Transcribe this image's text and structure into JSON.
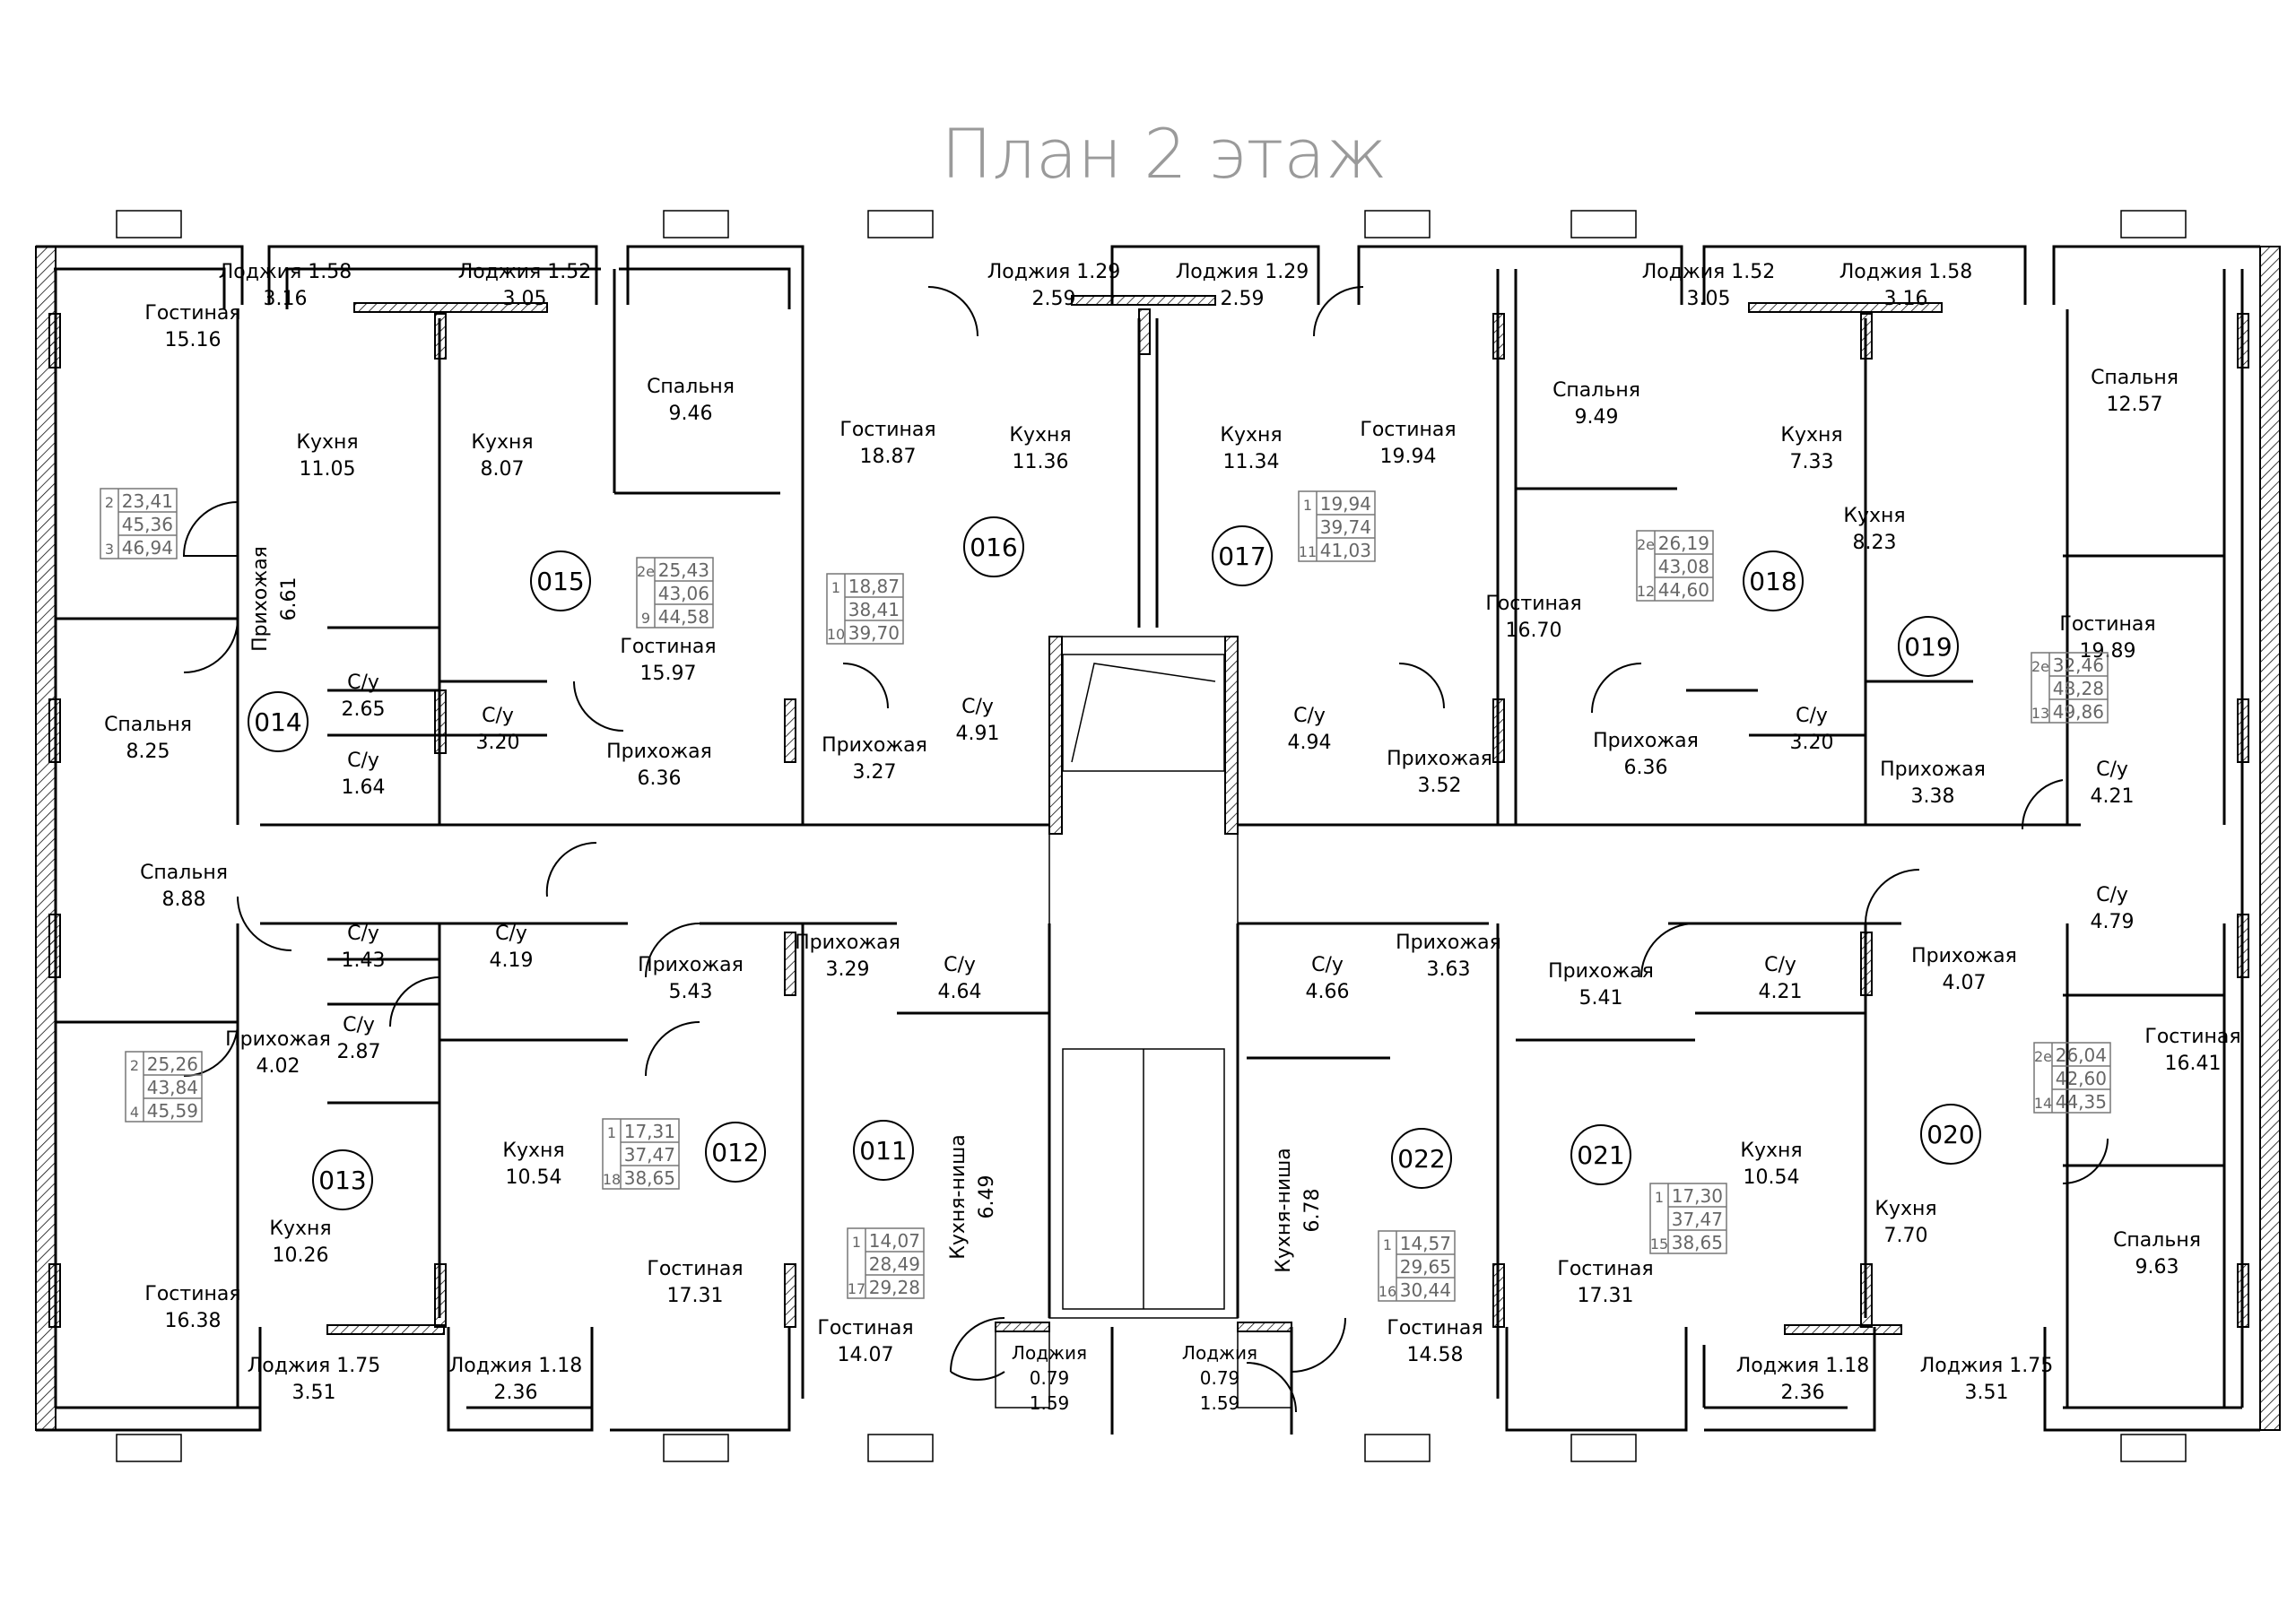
{
  "title": "План 2  этаж",
  "rooms": [
    {
      "name": "Гостиная",
      "area": "15.16"
    },
    {
      "name": "Лоджия 1.58",
      "area": "3.16"
    },
    {
      "name": "Лоджия 1.52",
      "area": "3.05"
    },
    {
      "name": "Кухня",
      "area": "11.05"
    },
    {
      "name": "Кухня",
      "area": "8.07"
    },
    {
      "name": "Спальня",
      "area": "9.46"
    },
    {
      "name": "Прихожая",
      "area": "6.61"
    },
    {
      "name": "С/у",
      "area": "2.65"
    },
    {
      "name": "С/у",
      "area": "1.64"
    },
    {
      "name": "Спальня",
      "area": "8.25"
    },
    {
      "name": "С/у",
      "area": "3.20"
    },
    {
      "name": "Гостиная",
      "area": "15.97"
    },
    {
      "name": "Прихожая",
      "area": "6.36"
    },
    {
      "name": "Лоджия 1.29",
      "area": "2.59"
    },
    {
      "name": "Лоджия 1.29",
      "area": "2.59"
    },
    {
      "name": "Гостиная",
      "area": "18.87"
    },
    {
      "name": "Кухня",
      "area": "11.36"
    },
    {
      "name": "Кухня",
      "area": "11.34"
    },
    {
      "name": "Гостиная",
      "area": "19.94"
    },
    {
      "name": "Прихожая",
      "area": "3.27"
    },
    {
      "name": "С/у",
      "area": "4.91"
    },
    {
      "name": "С/у",
      "area": "4.94"
    },
    {
      "name": "Прихожая",
      "area": "3.52"
    },
    {
      "name": "Лоджия 1.52",
      "area": "3.05"
    },
    {
      "name": "Лоджия 1.58",
      "area": "3.16"
    },
    {
      "name": "Спальня",
      "area": "9.49"
    },
    {
      "name": "Кухня",
      "area": "7.33"
    },
    {
      "name": "Спальня",
      "area": "12.57"
    },
    {
      "name": "Кухня",
      "area": "8.23"
    },
    {
      "name": "Гостиная",
      "area": "16.70"
    },
    {
      "name": "Гостиная",
      "area": "19.89"
    },
    {
      "name": "Прихожая",
      "area": "6.36"
    },
    {
      "name": "С/у",
      "area": "3.20"
    },
    {
      "name": "Прихожая",
      "area": "3.38"
    },
    {
      "name": "С/у",
      "area": "4.21"
    },
    {
      "name": "Спальня",
      "area": "8.88"
    },
    {
      "name": "С/у",
      "area": "1.43"
    },
    {
      "name": "С/у",
      "area": "4.19"
    },
    {
      "name": "Прихожая",
      "area": "5.43"
    },
    {
      "name": "Прихожая",
      "area": "4.02"
    },
    {
      "name": "С/у",
      "area": "2.87"
    },
    {
      "name": "Прихожая",
      "area": "3.29"
    },
    {
      "name": "С/у",
      "area": "4.64"
    },
    {
      "name": "С/у",
      "area": "4.66"
    },
    {
      "name": "Прихожая",
      "area": "3.63"
    },
    {
      "name": "Прихожая",
      "area": "5.41"
    },
    {
      "name": "С/у",
      "area": "4.21"
    },
    {
      "name": "Прихожая",
      "area": "4.07"
    },
    {
      "name": "С/у",
      "area": "4.79"
    },
    {
      "name": "Кухня",
      "area": "10.54"
    },
    {
      "name": "Кухня",
      "area": "10.26"
    },
    {
      "name": "Гостиная",
      "area": "16.38"
    },
    {
      "name": "Гостиная",
      "area": "17.31"
    },
    {
      "name": "Гостиная",
      "area": "14.07"
    },
    {
      "name": "Гостиная",
      "area": "14.58"
    },
    {
      "name": "Гостиная",
      "area": "17.31"
    },
    {
      "name": "Кухня",
      "area": "10.54"
    },
    {
      "name": "Кухня",
      "area": "7.70"
    },
    {
      "name": "Гостиная",
      "area": "16.41"
    },
    {
      "name": "Спальня",
      "area": "9.63"
    },
    {
      "name": "Лоджия 1.75",
      "area": "3.51"
    },
    {
      "name": "Лоджия 1.18",
      "area": "2.36"
    },
    {
      "name": "Лоджия 1.18",
      "area": "2.36"
    },
    {
      "name": "Лоджия 1.75",
      "area": "3.51"
    }
  ],
  "vertical_rooms": [
    {
      "name": "Прихожая",
      "area": "6.61"
    },
    {
      "name": "Кухня-ниша",
      "area": "6.49"
    },
    {
      "name": "Кухня-ниша",
      "area": "6.78"
    }
  ],
  "small_loggias": [
    {
      "name": "Лоджия",
      "area1": "0.79",
      "area2": "1.59"
    },
    {
      "name": "Лоджия",
      "area1": "0.79",
      "area2": "1.59"
    }
  ],
  "apartments": [
    "011",
    "012",
    "013",
    "014",
    "015",
    "016",
    "017",
    "018",
    "019",
    "020",
    "021",
    "022"
  ],
  "area_tables": [
    {
      "rows": [
        [
          "2",
          "23,41"
        ],
        [
          "",
          "45,36"
        ],
        [
          "3",
          "46,94"
        ]
      ]
    },
    {
      "rows": [
        [
          "2е",
          "25,43"
        ],
        [
          "",
          "43,06"
        ],
        [
          "9",
          "44,58"
        ]
      ]
    },
    {
      "rows": [
        [
          "1",
          "18,87"
        ],
        [
          "",
          "38,41"
        ],
        [
          "10",
          "39,70"
        ]
      ]
    },
    {
      "rows": [
        [
          "1",
          "19,94"
        ],
        [
          "",
          "39,74"
        ],
        [
          "11",
          "41,03"
        ]
      ]
    },
    {
      "rows": [
        [
          "2е",
          "26,19"
        ],
        [
          "",
          "43,08"
        ],
        [
          "12",
          "44,60"
        ]
      ]
    },
    {
      "rows": [
        [
          "2е",
          "32,46"
        ],
        [
          "",
          "48,28"
        ],
        [
          "13",
          "49,86"
        ]
      ]
    },
    {
      "rows": [
        [
          "2",
          "25,26"
        ],
        [
          "",
          "43,84"
        ],
        [
          "4",
          "45,59"
        ]
      ]
    },
    {
      "rows": [
        [
          "1",
          "17,31"
        ],
        [
          "",
          "37,47"
        ],
        [
          "18",
          "38,65"
        ]
      ]
    },
    {
      "rows": [
        [
          "1",
          "14,07"
        ],
        [
          "",
          "28,49"
        ],
        [
          "17",
          "29,28"
        ]
      ]
    },
    {
      "rows": [
        [
          "1",
          "14,57"
        ],
        [
          "",
          "29,65"
        ],
        [
          "16",
          "30,44"
        ]
      ]
    },
    {
      "rows": [
        [
          "1",
          "17,30"
        ],
        [
          "",
          "37,47"
        ],
        [
          "15",
          "38,65"
        ]
      ]
    },
    {
      "rows": [
        [
          "2е",
          "26,04"
        ],
        [
          "",
          "42,60"
        ],
        [
          "14",
          "44,35"
        ]
      ]
    }
  ]
}
